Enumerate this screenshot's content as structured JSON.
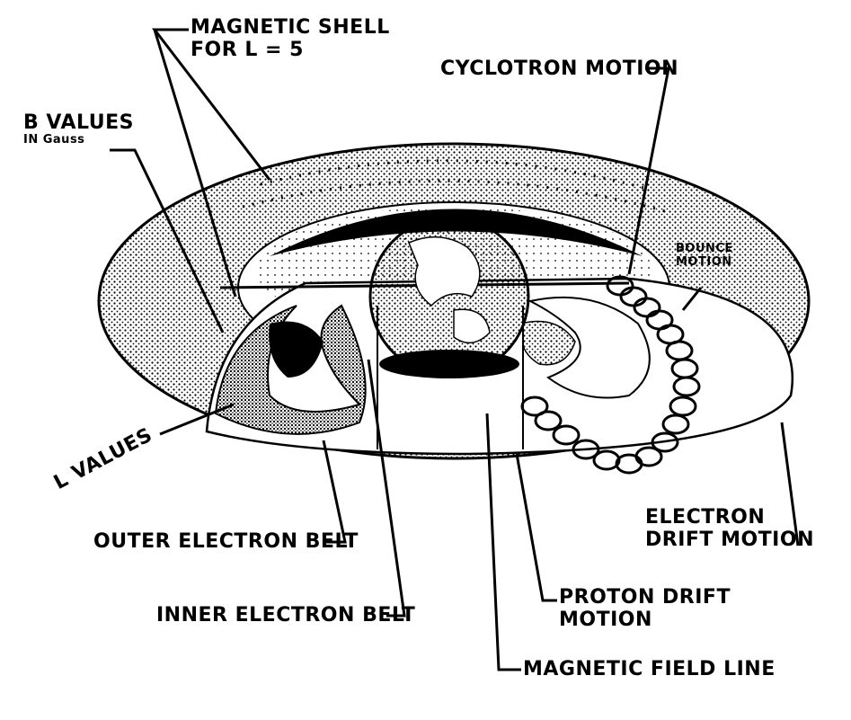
{
  "labels": {
    "magnetic_shell_line1": "MAGNETIC SHELL",
    "magnetic_shell_line2": "FOR L = 5",
    "b_values_line1": "B VALUES",
    "b_values_line2": "IN Gauss",
    "cyclotron_motion": "CYCLOTRON MOTION",
    "bounce_motion_line1": "BOUNCE",
    "bounce_motion_line2": "MOTION",
    "l_values": "L VALUES",
    "outer_electron_belt": "OUTER ELECTRON BELT",
    "inner_electron_belt": "INNER ELECTRON BELT",
    "electron_drift_line1": "ELECTRON",
    "electron_drift_line2": "DRIFT MOTION",
    "proton_drift_line1": "PROTON DRIFT",
    "proton_drift_line2": "MOTION",
    "magnetic_field_line": "MAGNETIC FIELD LINE"
  },
  "colors": {
    "ink": "#000000",
    "paper": "#ffffff"
  }
}
